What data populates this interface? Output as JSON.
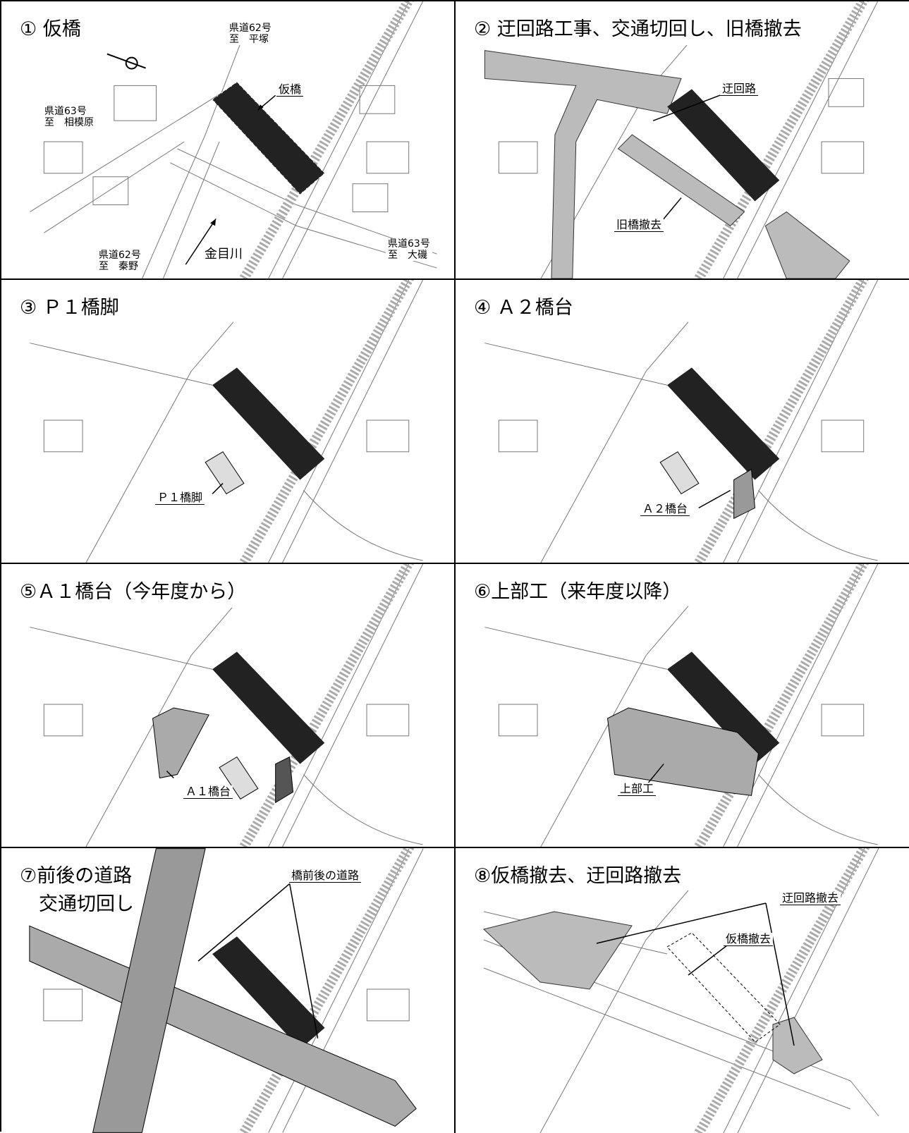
{
  "panels": [
    {
      "title": "① 仮橋",
      "labels": {
        "pref62_hiratsuka": "県道62号\n至　平塚",
        "pref63_sagamihara": "県道63号\n至　相模原",
        "karihashi": "仮橋",
        "pref62_hadano": "県道62号\n至　秦野",
        "kanemegawa": "金目川",
        "pref63_oiso": "県道63号\n至　大磯"
      }
    },
    {
      "title": "② 迂回路工事、交通切回し、旧橋撤去",
      "labels": {
        "ukairo": "迂回路",
        "kyukyo": "旧橋撤去"
      }
    },
    {
      "title": "③ Ｐ１橋脚",
      "labels": {
        "p1": "Ｐ１橋脚"
      }
    },
    {
      "title": "④ Ａ２橋台",
      "labels": {
        "a2": "Ａ２橋台"
      }
    },
    {
      "title": "⑤Ａ１橋台（今年度から）",
      "labels": {
        "a1": "Ａ１橋台"
      }
    },
    {
      "title": "⑥上部工（来年度以降）",
      "labels": {
        "jobu": "上部工"
      }
    },
    {
      "title": "⑦前後の道路\n　交通切回し",
      "labels": {
        "road": "橋前後の道路"
      }
    },
    {
      "title": "⑧仮橋撤去、迂回路撤去",
      "labels": {
        "ukairo_tekkyo": "迂回路撤去",
        "karihashi_tekkyo": "仮橋撤去"
      }
    }
  ]
}
